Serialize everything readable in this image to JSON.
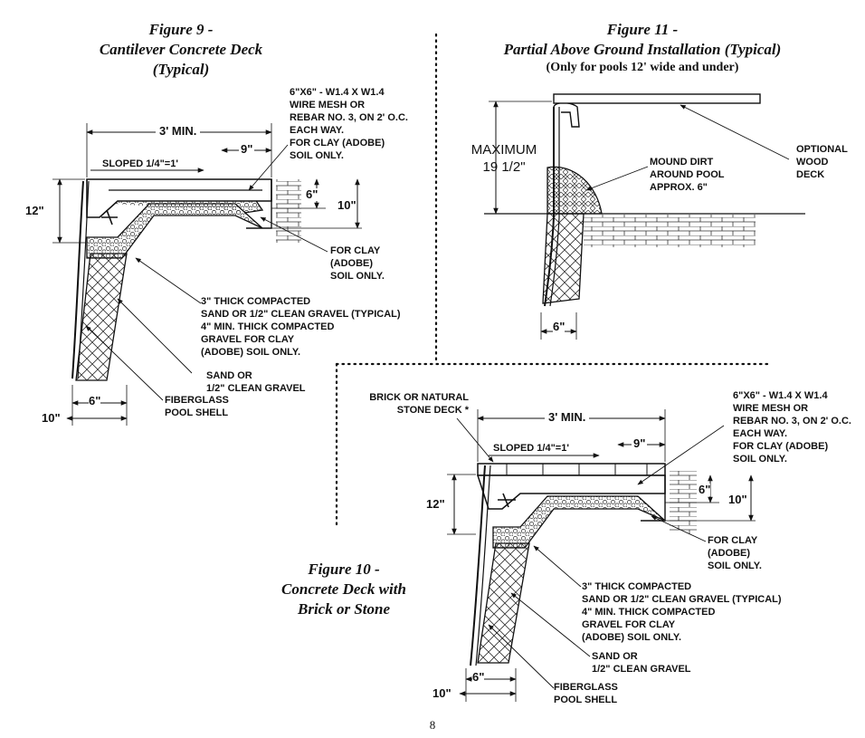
{
  "figures": {
    "fig9": {
      "title": "Figure 9 -",
      "subtitle_1": "Cantilever Concrete Deck",
      "subtitle_2": "(Typical)",
      "labels": {
        "wire_mesh": [
          "6\"X6\" - W1.4 X W1.4",
          "WIRE MESH OR",
          "REBAR NO. 3, ON 2' O.C.",
          "EACH WAY.",
          "FOR CLAY (ADOBE)",
          "SOIL ONLY."
        ],
        "three_min": "3' MIN.",
        "nine_in": "9\"",
        "sloped": "SLOPED 1/4\"=1'",
        "six_in": "6\"",
        "ten_in": "10\"",
        "twelve_in": "12\"",
        "for_clay": [
          "FOR CLAY",
          "(ADOBE)",
          "SOIL ONLY."
        ],
        "thick_compacted": "3\" THICK COMPACTED",
        "sand_gravel_typ": "SAND OR 1/2\" CLEAN GRAVEL (TYPICAL)",
        "four_min": [
          "4\" MIN. THICK COMPACTED",
          "GRAVEL FOR CLAY",
          "(ADOBE) SOIL ONLY."
        ],
        "sand_or": [
          "SAND OR",
          "1/2\" CLEAN GRAVEL"
        ],
        "fiberglass": [
          "FIBERGLASS",
          "POOL SHELL"
        ],
        "bottom_six": "6\"",
        "bottom_ten": "10\""
      }
    },
    "fig11": {
      "title": "Figure 11 -",
      "subtitle_1": "Partial Above Ground Installation (Typical)",
      "subtitle_2": "(Only for pools 12' wide and under)",
      "labels": {
        "maximum": [
          "MAXIMUM",
          "19 1/2\""
        ],
        "mound": [
          "MOUND DIRT",
          "AROUND POOL",
          "APPROX. 6\""
        ],
        "optional": [
          "OPTIONAL",
          "WOOD",
          "DECK"
        ],
        "six_in": "6\""
      }
    },
    "fig10": {
      "title": "Figure 10 -",
      "subtitle_1": "Concrete Deck with",
      "subtitle_2": "Brick or Stone",
      "labels": {
        "brick": [
          "BRICK OR NATURAL",
          "STONE DECK *"
        ],
        "three_min": "3' MIN.",
        "nine_in": "9\"",
        "sloped": "SLOPED 1/4\"=1'",
        "wire_mesh": [
          "6\"X6\" - W1.4 X W1.4",
          "WIRE MESH OR",
          "REBAR NO. 3, ON 2' O.C.",
          "EACH WAY.",
          "FOR CLAY (ADOBE)",
          "SOIL ONLY."
        ],
        "six_in": "6\"",
        "ten_in": "10\"",
        "twelve_in": "12\"",
        "for_clay": [
          "FOR CLAY",
          "(ADOBE)",
          "SOIL ONLY."
        ],
        "thick_compacted": "3\" THICK COMPACTED",
        "sand_gravel_typ": "SAND OR 1/2\" CLEAN GRAVEL (TYPICAL)",
        "four_min": [
          "4\" MIN. THICK COMPACTED",
          "GRAVEL FOR CLAY",
          "(ADOBE) SOIL ONLY."
        ],
        "sand_or": [
          "SAND OR",
          "1/2\" CLEAN GRAVEL"
        ],
        "fiberglass": [
          "FIBERGLASS",
          "POOL SHELL"
        ],
        "bottom_six": "6\"",
        "bottom_ten": "10\""
      }
    }
  },
  "page_number": "8"
}
